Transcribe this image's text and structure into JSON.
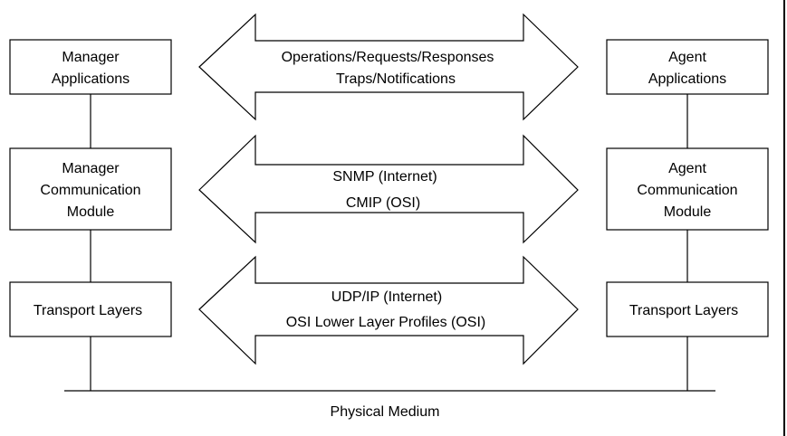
{
  "left_stack": {
    "manager_applications": [
      "Manager",
      "Applications"
    ],
    "manager_communication_module": [
      "Manager",
      "Communication",
      "Module"
    ],
    "transport_layers": [
      "Transport Layers"
    ]
  },
  "right_stack": {
    "agent_applications": [
      "Agent",
      "Applications"
    ],
    "agent_communication_module": [
      "Agent",
      "Communication",
      "Module"
    ],
    "transport_layers": [
      "Transport Layers"
    ]
  },
  "arrows": {
    "application_level": [
      "Operations/Requests/Responses",
      "Traps/Notifications"
    ],
    "protocol_level": [
      "SNMP (Internet)",
      "CMIP (OSI)"
    ],
    "transport_level": [
      "UDP/IP (Internet)",
      "OSI Lower Layer Profiles (OSI)"
    ]
  },
  "physical_medium": "Physical Medium"
}
